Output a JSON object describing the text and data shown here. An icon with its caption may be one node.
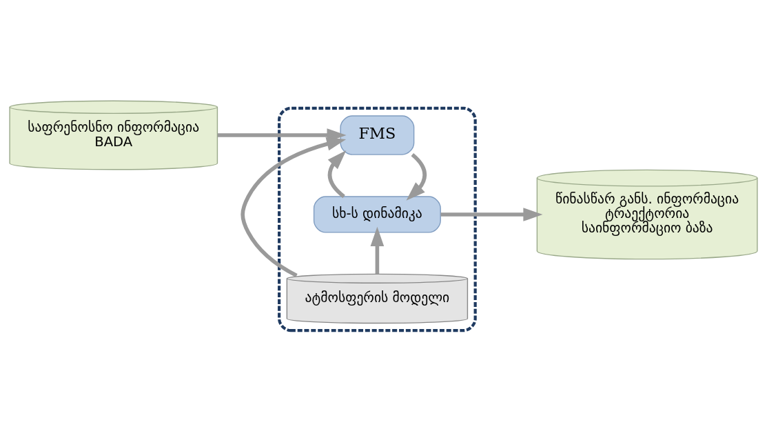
{
  "diagram": {
    "nodes": [
      {
        "text": [
          "საფრენოსნო ინფორმაცია",
          "BADA"
        ]
      },
      {
        "text": [],
        "shape": "ellipse"
      },
      {
        "text": [
          "FMS"
        ],
        "in": 1
      },
      {
        "text": [
          "ატმოსფერის მოდელი"
        ],
        "in": 1
      },
      {
        "text": [
          "სხ-ს დინამიკა"
        ],
        "in": 1
      },
      {
        "text": [
          "წინასწარ განს. ინფორმაცია",
          "ტრაექტორია",
          "საინფორმაციო ბაზა"
        ]
      }
    ],
    "edges": [
      {
        "from": 0,
        "to": 2,
        "arrow": "to"
      },
      {
        "from": 2,
        "to": 4,
        "arrow": "to"
      },
      {
        "from": 4,
        "to": 2,
        "arrow": "to"
      },
      {
        "from": 3,
        "to": 2,
        "arrow": "to"
      },
      {
        "from": 3,
        "to": 4,
        "arrow": "to"
      },
      {
        "from": 4,
        "to": 5,
        "arrow": "to"
      }
    ]
  }
}
